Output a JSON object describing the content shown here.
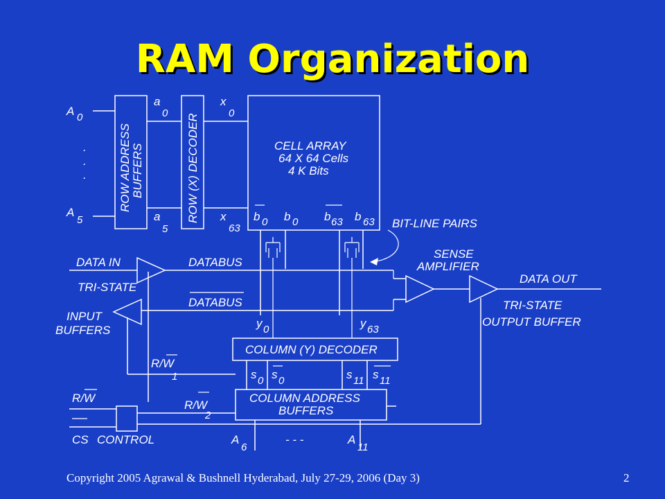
{
  "title": "RAM Organization",
  "footer": {
    "left": "Copyright 2005 Agrawal & Bushnell   Hyderabad, July 27-29, 2006 (Day 3)",
    "page": "2"
  },
  "diagram": {
    "row_address_buffers": "ROW ADDRESS BUFFERS",
    "row_address_buffers_l1": "ROW ADDRESS",
    "row_address_buffers_l2": "BUFFERS",
    "row_decoder": "ROW (X) DECODER",
    "cell_array": [
      "CELL ARRAY",
      "64 X 64 Cells",
      "4 K Bits"
    ],
    "inputs": {
      "A": "A",
      "A0_sub": "0",
      "A5_sub": "5",
      "a": "a",
      "a0_sub": "0",
      "a5_sub": "5",
      "x": "x",
      "x0_sub": "0",
      "x63_sub": "63",
      "dots": ". . ."
    },
    "bitlines": {
      "b": "b",
      "b0_sub": "0",
      "b63_sub": "63",
      "label": "BIT-LINE PAIRS"
    },
    "data_in": "DATA IN",
    "databus": "DATABUS",
    "databus_bar": "DATABUS",
    "tri_state": "TRI-STATE",
    "input_buffers": [
      "INPUT",
      "BUFFERS"
    ],
    "sense_amplifier": [
      "SENSE",
      "AMPLIFIER"
    ],
    "data_out": "DATA OUT",
    "output_buffer": [
      "TRI-STATE",
      "OUTPUT BUFFER"
    ],
    "y": "y",
    "y0_sub": "0",
    "y63_sub": "63",
    "column_decoder": "COLUMN (Y) DECODER",
    "s": "s",
    "s0_sub": "0",
    "s11_sub": "11",
    "column_address_buffers": [
      "COLUMN ADDRESS",
      "BUFFERS"
    ],
    "rw": "R/W",
    "rw1_sub": "1",
    "rw2_sub": "2",
    "cs": "CS",
    "control": "CONTROL",
    "A6_sub": "6",
    "A11_sub": "11",
    "col_dots": "-  -  -"
  }
}
